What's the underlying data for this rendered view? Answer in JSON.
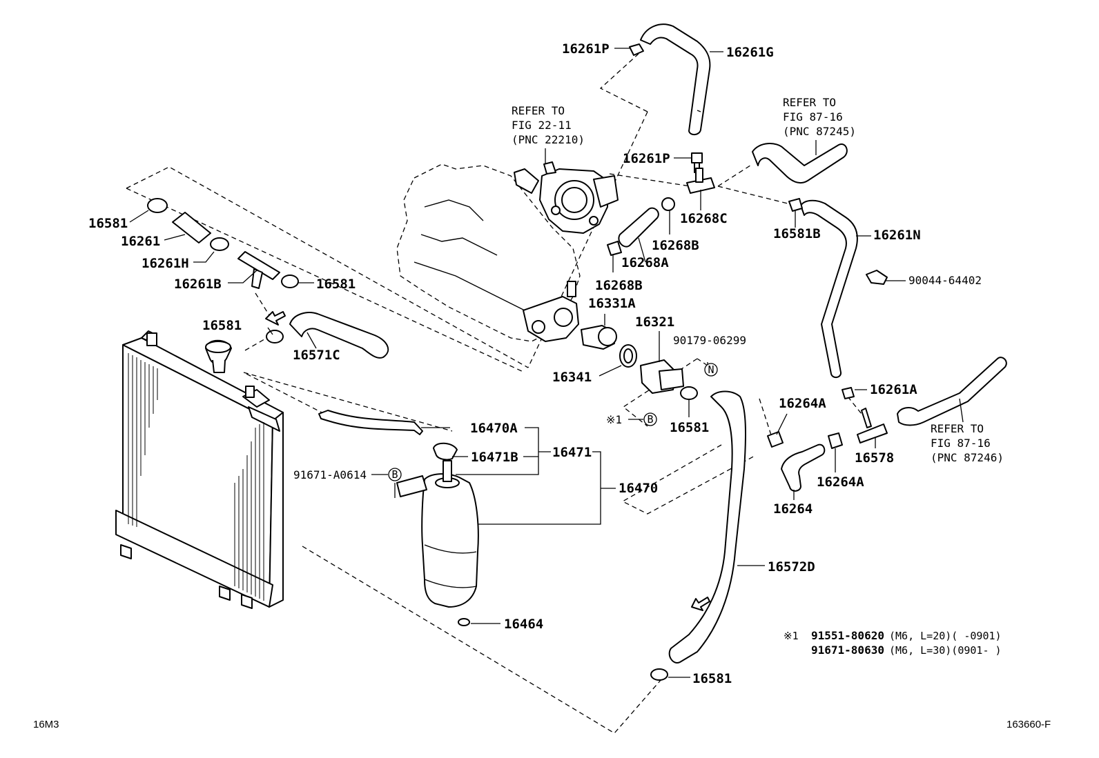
{
  "labels": {
    "p16261P_top": "16261P",
    "p16261G": "16261G",
    "p16261P_mid": "16261P",
    "p16268C": "16268C",
    "p16268B_a": "16268B",
    "p16268A": "16268A",
    "p16268B_b": "16268B",
    "p16331A": "16331A",
    "p16321": "16321",
    "p90179": "90179-06299",
    "p16341": "16341",
    "p16581_clamp_right": "16581",
    "p16581B": "16581B",
    "p16261N": "16261N",
    "p90044": "90044-64402",
    "p16261A": "16261A",
    "p16264A_top": "16264A",
    "p16264A_bot": "16264A",
    "p16578": "16578",
    "p16264": "16264",
    "p16581_left_top": "16581",
    "p16261": "16261",
    "p16261H": "16261H",
    "p16261B": "16261B",
    "p16581_left_mid": "16581",
    "p16581_left_low": "16581",
    "p16571C": "16571C",
    "p16470A": "16470A",
    "p16471B": "16471B",
    "p16471": "16471",
    "p91671": "91671-A0614",
    "p16470": "16470",
    "p16464": "16464",
    "p16572D": "16572D",
    "p16581_bottom": "16581",
    "note_mark1": "※1"
  },
  "circle_marks": {
    "n": "N",
    "b1": "B",
    "b2": "B"
  },
  "references": {
    "ref_22_11": [
      "REFER TO",
      "FIG 22-11",
      "(PNC 22210)"
    ],
    "ref_87245": [
      "REFER TO",
      "FIG 87-16",
      "(PNC 87245)"
    ],
    "ref_87246": [
      "REFER TO",
      "FIG 87-16",
      "(PNC 87246)"
    ]
  },
  "footnote": {
    "mark": "※1",
    "line1_part": "91551-80620",
    "line1_spec": "(M6, L=20)(      -0901)",
    "line2_part": "91671-80630",
    "line2_spec": "(M6, L=30)(0901-      )"
  },
  "corners": {
    "bottom_left": "16M3",
    "bottom_right": "163660-F"
  }
}
